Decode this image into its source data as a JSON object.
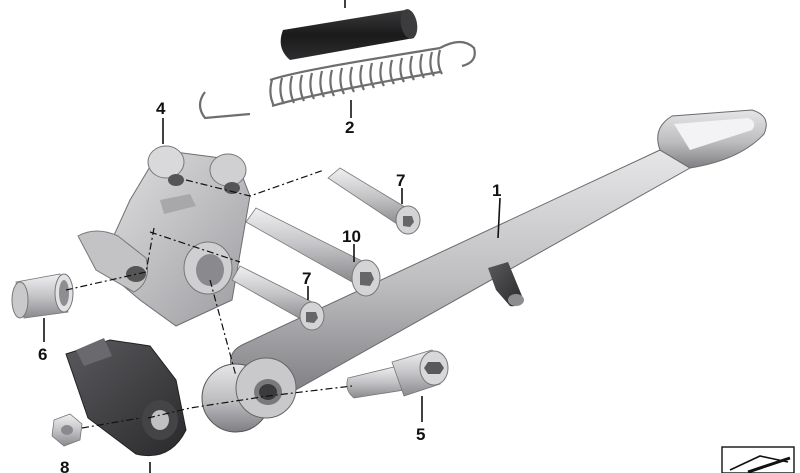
{
  "callouts": {
    "c1": "1",
    "c2": "2",
    "c4": "4",
    "c5": "5",
    "c6": "6",
    "c7a": "7",
    "c7b": "7",
    "c8": "8",
    "c10": "10"
  },
  "colors": {
    "part_light": "#d6d6d8",
    "part_mid": "#b3b3b6",
    "part_dark": "#4a4a4d",
    "rubber": "#1f1f21",
    "spring": "#777777"
  }
}
